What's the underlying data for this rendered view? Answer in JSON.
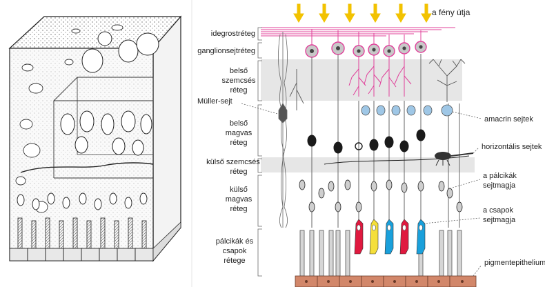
{
  "layers": {
    "nerve_fiber": "idegrostréteg",
    "ganglion": "ganglionsejtréteg",
    "inner_plexiform": [
      "belső",
      "szemcsés",
      "réteg"
    ],
    "muller": "Müller-sejt",
    "inner_nuclear": [
      "belső",
      "magvas",
      "réteg"
    ],
    "outer_plexiform": [
      "külső szemcsés",
      "réteg"
    ],
    "outer_nuclear": [
      "külső",
      "magvas",
      "réteg"
    ],
    "photoreceptor": [
      "pálcikák és",
      "csapok",
      "rétege"
    ]
  },
  "callouts": {
    "light_path": "a fény útja",
    "amacrine": "amacrin sejtek",
    "horizontal": "horizontális sejtek",
    "rod_nuclei": [
      "a pálcikák",
      "sejtmagja"
    ],
    "cone_nuclei": [
      "a csapok",
      "sejtmagja"
    ],
    "pigment": "pigmentepithelium"
  },
  "colors": {
    "light_arrow": "#f2c200",
    "ganglion_outline": "#e0409a",
    "amacrine": "#9fc7e6",
    "cone_red": "#e0193f",
    "cone_yellow": "#f5df3a",
    "cone_blue": "#1aa0db",
    "pigment": "#d2876a",
    "band": "#e6e6e6"
  }
}
